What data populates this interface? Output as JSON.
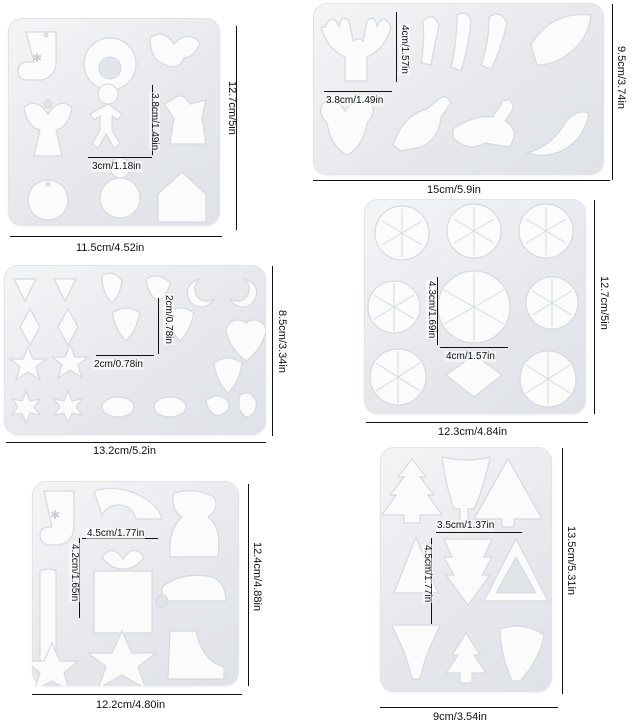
{
  "molds": [
    {
      "id": "stocking-tray",
      "width_label": "11.5cm/4.52in",
      "height_label": "12.7cm/5in",
      "inner_w": "3cm/1.18in",
      "inner_h": "3.8cm/1.49in"
    },
    {
      "id": "reindeer-tray",
      "width_label": "15cm/5.9in",
      "height_label": "9.5cm/3.74in",
      "inner_w": "3.8cm/1.49in",
      "inner_h": "4cm/1.57in"
    },
    {
      "id": "ornament-tray",
      "width_label": "13.2cm/5.2in",
      "height_label": "8.5cm/3.34in",
      "inner_w": "2cm/0.78in",
      "inner_h": "2cm/0.78in"
    },
    {
      "id": "snowflake-tray",
      "width_label": "12.3cm/4.84in",
      "height_label": "12.7cm/5in",
      "inner_w": "4cm/1.57in",
      "inner_h": "4.3cm/1.69in"
    },
    {
      "id": "gift-tray",
      "width_label": "12.2cm/4.80in",
      "height_label": "12.4cm/4.88in",
      "inner_w": "4.5cm/1.77in",
      "inner_h": "4.2cm/1.65in"
    },
    {
      "id": "tree-tray",
      "width_label": "9cm/3.54in",
      "height_label": "13.5cm/5.31in",
      "inner_w": "3.5cm/1.37in",
      "inner_h": "4.5cm/1.77in"
    }
  ],
  "colors": {
    "tray": "#e6e8ec",
    "cavity": "#fbfbfc",
    "line": "#111111"
  }
}
